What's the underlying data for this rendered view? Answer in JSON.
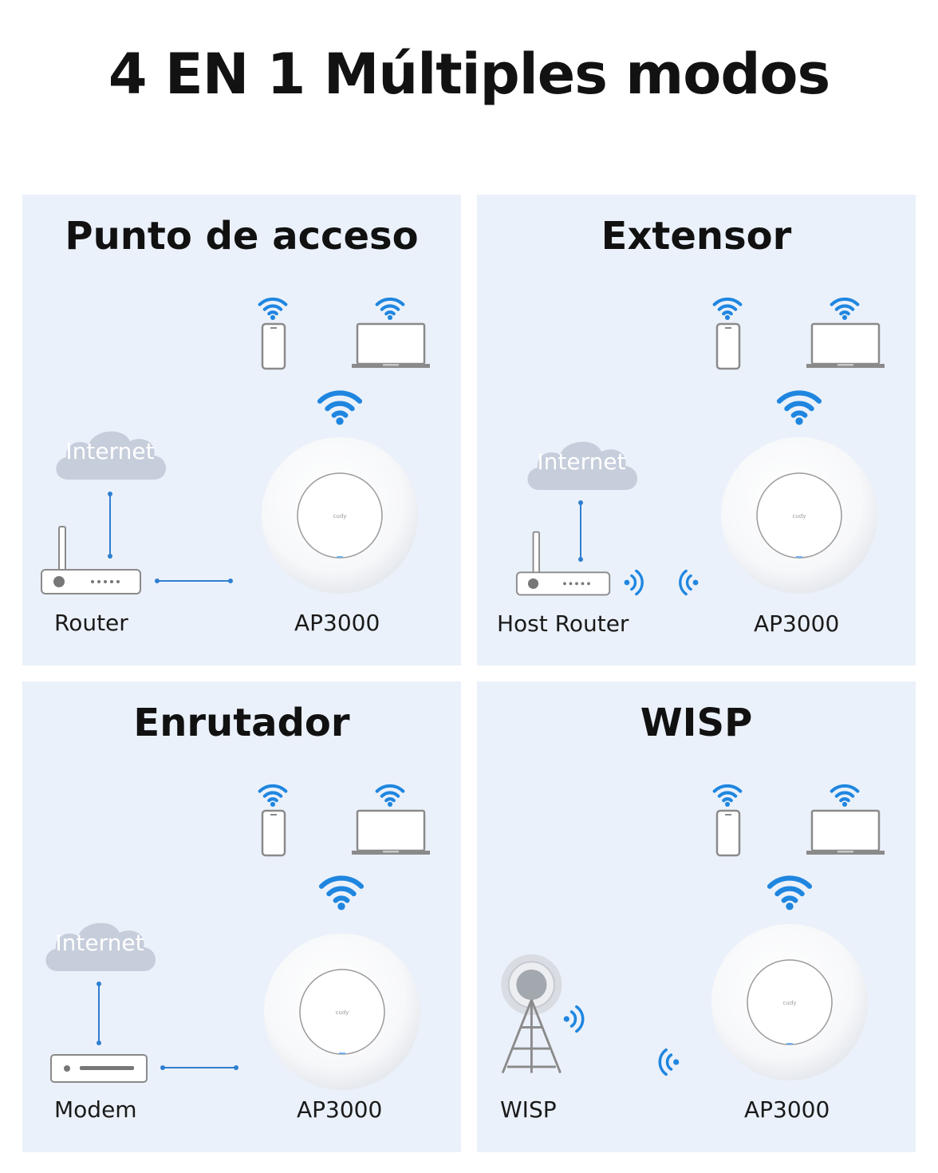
{
  "title": "4 EN 1 Múltiples modos",
  "panels": [
    {
      "title": "Punto de acceso",
      "left_label": "Router",
      "ap_label": "AP3000",
      "cloud_label": "Internet"
    },
    {
      "title": "Extensor",
      "left_label": "Host Router",
      "ap_label": "AP3000",
      "cloud_label": "Internet"
    },
    {
      "title": "Enrutador",
      "left_label": "Modem",
      "ap_label": "AP3000",
      "cloud_label": "Internet"
    },
    {
      "title": "WISP",
      "left_label": "WISP",
      "ap_label": "AP3000"
    }
  ],
  "brand": "cudy",
  "colors": {
    "accent": "#1f86e0",
    "panel_bg": "#ebf1fa",
    "device_stroke": "#8a8a8a",
    "cloud": "#c6cddb"
  },
  "icons": [
    "wifi-icon",
    "phone-icon",
    "laptop-icon",
    "cloud-icon",
    "router-icon",
    "modem-icon",
    "access-point-icon",
    "signal-tower-icon",
    "wireless-signal-icon"
  ]
}
